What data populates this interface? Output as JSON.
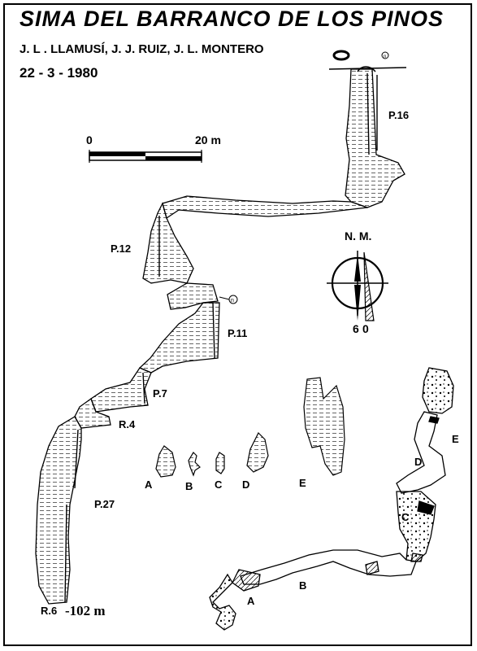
{
  "header": {
    "title": "SIMA DEL BARRANCO DE LOS PINOS",
    "authors": "J. L . LLAMUSÍ, J. J. RUIZ, J. L. MONTERO",
    "date": "22 - 3 - 1980"
  },
  "scale_bar": {
    "start_label": "0",
    "end_label": "20 m"
  },
  "north_arrow": {
    "label": "N. M.",
    "declination_digit_1": "6",
    "declination_digit_2": "0"
  },
  "section_labels": {
    "p16": "P.16",
    "p12": "P.12",
    "p11": "P.11",
    "p7": "P.7",
    "r4": "R.4",
    "p27": "P.27",
    "r6": "R.6",
    "final_depth": "-102 m"
  },
  "cross_section_labels": [
    "A",
    "B",
    "C",
    "D",
    "E"
  ],
  "plan_labels": [
    "A",
    "B",
    "C",
    "D",
    "E"
  ]
}
